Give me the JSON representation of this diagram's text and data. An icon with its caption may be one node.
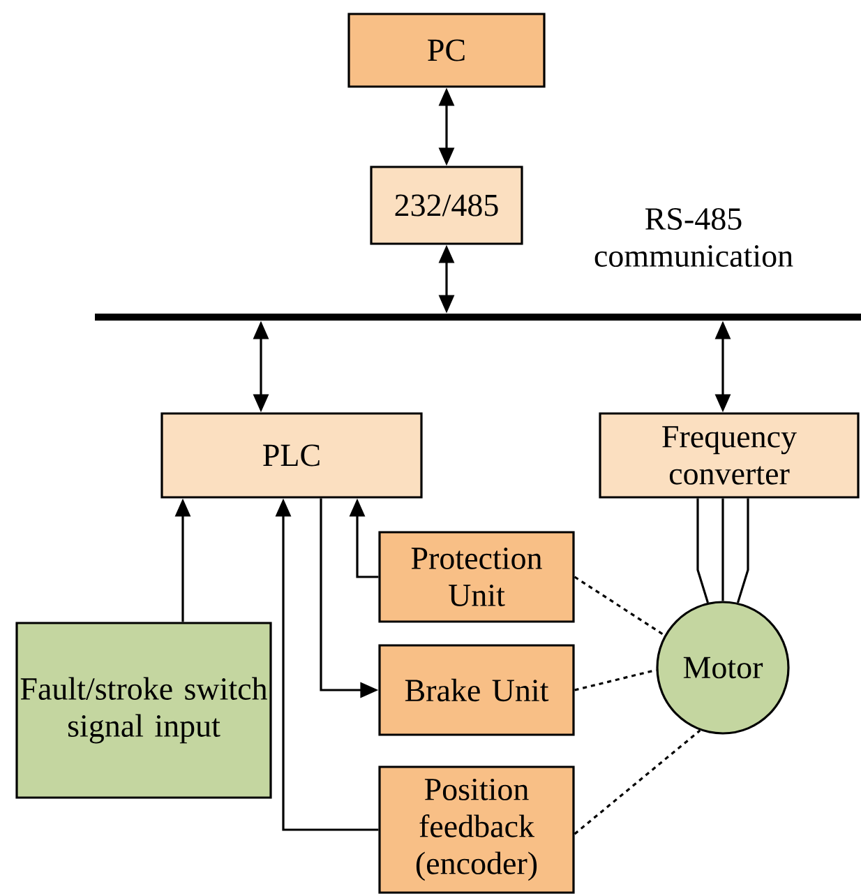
{
  "diagram": {
    "nodes": [
      {
        "text": [
          "PC"
        ]
      },
      {
        "text": [
          "232/485"
        ]
      },
      {
        "text": [],
        "shape": "bar"
      },
      {
        "text": [
          "PLC"
        ]
      },
      {
        "text": [
          "Frequency converter"
        ]
      },
      {
        "text": [
          "Protection Unit"
        ]
      },
      {
        "text": [
          "Fault/stroke switch signal input"
        ]
      },
      {
        "text": [
          "Motor"
        ]
      },
      {
        "text": [
          "Brake Unit"
        ]
      },
      {
        "text": [
          "Position feedback (encoder)"
        ]
      }
    ],
    "edges": [
      {
        "from": 0,
        "to": 1,
        "arrow": "both"
      },
      {
        "from": 1,
        "to": 2,
        "arrow": "both"
      },
      {
        "from": 2,
        "to": 3,
        "arrow": "both"
      },
      {
        "from": 2,
        "to": 4,
        "arrow": "both"
      },
      {
        "from": 5,
        "to": 3,
        "arrow": "to"
      },
      {
        "from": 3,
        "to": 8,
        "arrow": "to"
      },
      {
        "from": 6,
        "to": 3,
        "arrow": "to"
      },
      {
        "from": 9,
        "to": 3,
        "arrow": "to"
      },
      {
        "from": 4,
        "to": 7,
        "arrow": "none"
      },
      {
        "from": 4,
        "to": 7,
        "arrow": "none"
      },
      {
        "from": 4,
        "to": 7,
        "arrow": "none"
      },
      {
        "from": 5,
        "to": 7,
        "arrow": "none",
        "style": "dashed"
      },
      {
        "from": 8,
        "to": 7,
        "arrow": "none",
        "style": "dashed"
      },
      {
        "from": 9,
        "to": 7,
        "arrow": "none",
        "style": "dashed"
      }
    ],
    "labels": [
      "RS-485 communication"
    ]
  }
}
